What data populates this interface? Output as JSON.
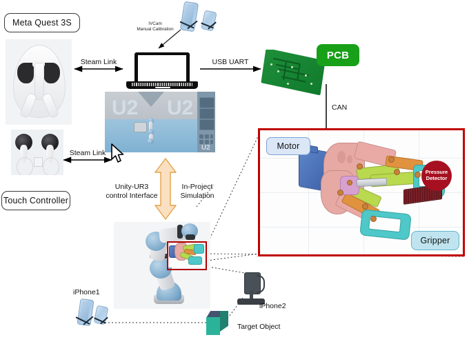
{
  "diagram": {
    "title": "Teleoperated robotic gripper system architecture",
    "nodes": {
      "meta_quest": "Meta Quest 3S",
      "touch_controller": "Touch Controller",
      "pcb": "PCB",
      "motor": "Motor",
      "gripper": "Gripper",
      "pressure_detector_line1": "Pressure",
      "pressure_detector_line2": "Detector",
      "iphone1": "iPhone1",
      "iphone2": "iPhone2",
      "target_object": "Target Object"
    },
    "connections": {
      "steam_link_top": "Steam Link",
      "steam_link_bottom": "Steam Link",
      "usb_uart": "USB UART",
      "can": "CAN",
      "ivcam_line1": "IVCam",
      "ivcam_line2": "Manual Calibration",
      "unity_line1": "Unity-UR3",
      "unity_line2": "control Interface",
      "simulation_line1": "In-Project",
      "simulation_line2": "Simulation"
    },
    "colors": {
      "pcb_badge": "#18a018",
      "pressure_badge": "#a61020",
      "blue_badge": "#dbe7f7",
      "cyan_badge": "#bfe4ef",
      "red_outline": "#c00000",
      "orange_arrow_fill": "#fae0c0",
      "orange_arrow_stroke": "#e0a24a"
    }
  }
}
